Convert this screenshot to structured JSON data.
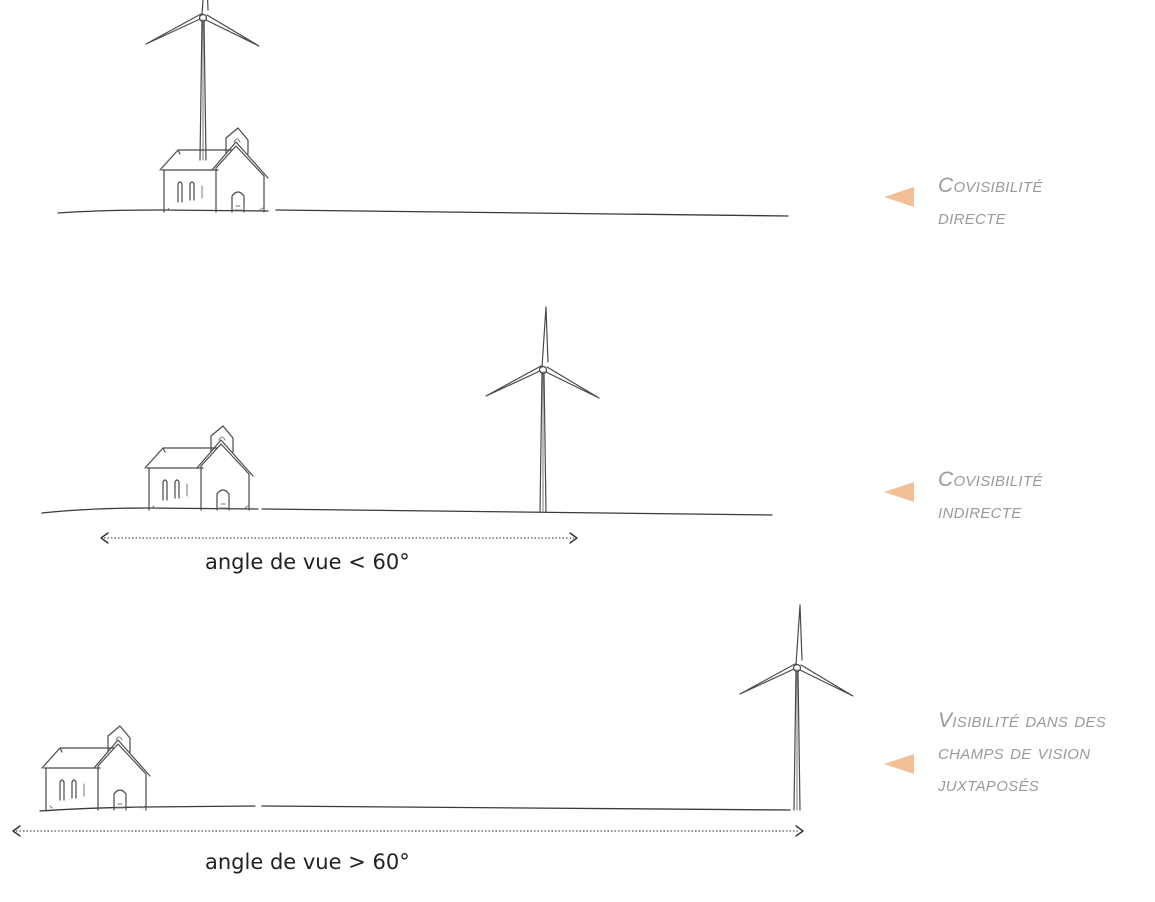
{
  "rows": [
    {
      "label_lines": [
        "Covisibilité",
        "directe"
      ],
      "accent": "#f5bf96"
    },
    {
      "label_lines": [
        "Covisibilité",
        "indirecte"
      ],
      "angle_text": "angle de vue < 60°",
      "accent": "#f5bf96"
    },
    {
      "label_lines": [
        "Visibilité dans des",
        "champs de vision",
        "juxtaposés"
      ],
      "angle_text": "angle de vue > 60°",
      "accent": "#f5bf96"
    }
  ],
  "icons": [
    "wind-turbine-icon",
    "house-icon",
    "triangle-marker-icon",
    "double-arrow-icon"
  ]
}
